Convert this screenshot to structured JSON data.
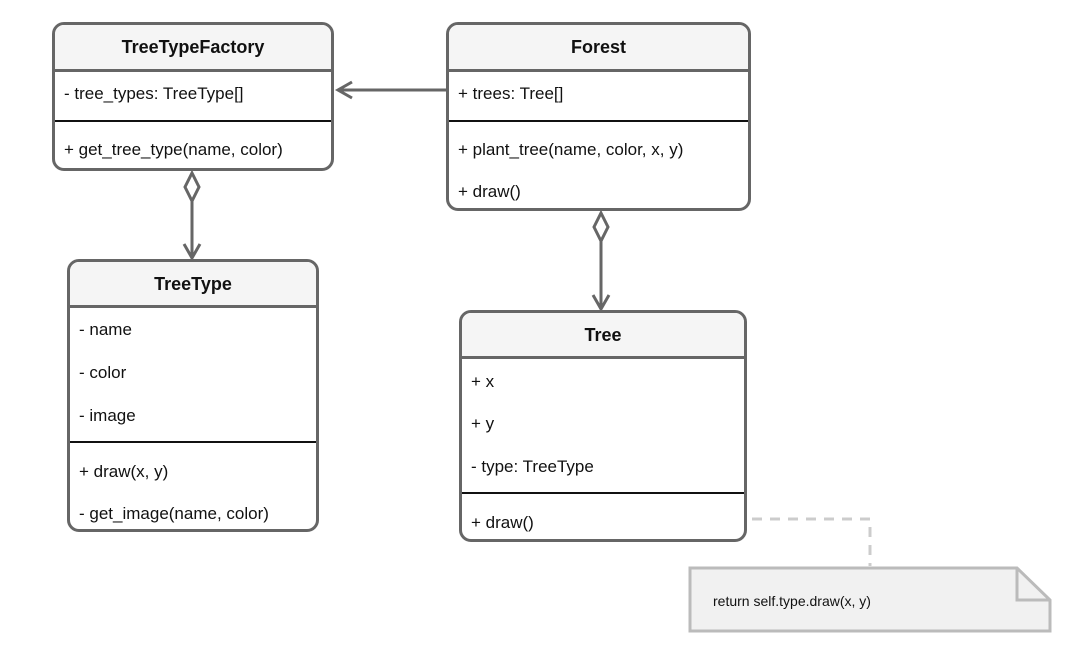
{
  "classes": {
    "tree_type_factory": {
      "name": "TreeTypeFactory",
      "attributes": [
        "- tree_types: TreeType[]"
      ],
      "methods": [
        "+ get_tree_type(name, color)"
      ]
    },
    "forest": {
      "name": "Forest",
      "attributes": [
        "+ trees: Tree[]"
      ],
      "methods": [
        "+ plant_tree(name, color, x, y)",
        "+ draw()"
      ]
    },
    "tree_type": {
      "name": "TreeType",
      "attributes": [
        "- name",
        "- color",
        "- image"
      ],
      "methods": [
        "+ draw(x, y)",
        "- get_image(name, color)"
      ]
    },
    "tree": {
      "name": "Tree",
      "attributes": [
        "+ x",
        "+ y",
        "- type: TreeType"
      ],
      "methods": [
        "+ draw()"
      ]
    }
  },
  "note": {
    "text": "return self.type.draw(x, y)"
  },
  "colors": {
    "border": "#666666",
    "header_fill": "#f5f5f5",
    "note_fill": "#f1f1f1",
    "note_border": "#bbbbbb",
    "dashed_link": "#cccccc"
  }
}
